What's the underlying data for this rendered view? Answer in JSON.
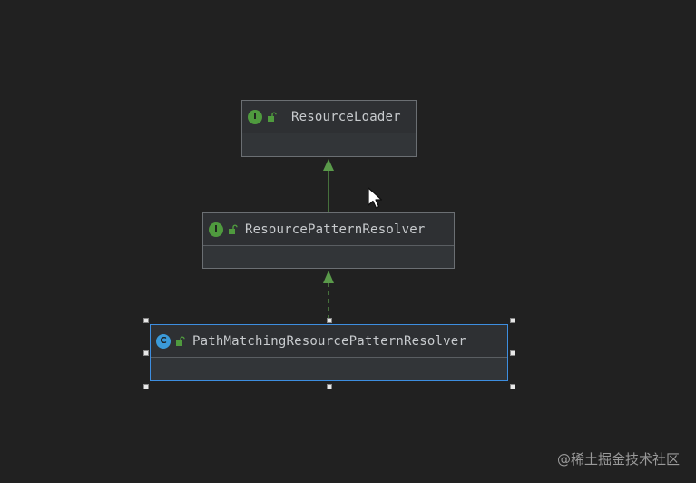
{
  "diagram": {
    "nodes": [
      {
        "id": "resource-loader",
        "kind": "interface",
        "badge": "I",
        "label": "ResourceLoader",
        "badge_color": "#4f9a3e"
      },
      {
        "id": "resource-pattern-resolver",
        "kind": "interface",
        "badge": "I",
        "label": "ResourcePatternResolver",
        "badge_color": "#4f9a3e"
      },
      {
        "id": "path-matching-resolver",
        "kind": "class",
        "badge": "C",
        "label": "PathMatchingResourcePatternResolver",
        "badge_color": "#3b9ad9",
        "selected": true
      }
    ],
    "edges": [
      {
        "from": "resource-pattern-resolver",
        "to": "resource-loader",
        "style": "solid",
        "meaning": "extends"
      },
      {
        "from": "path-matching-resolver",
        "to": "resource-pattern-resolver",
        "style": "dashed",
        "meaning": "implements"
      }
    ],
    "colors": {
      "background": "#212121",
      "arrow": "#5a9a4a",
      "selection": "#3d8ee0"
    }
  },
  "watermark": "@稀土掘金技术社区"
}
